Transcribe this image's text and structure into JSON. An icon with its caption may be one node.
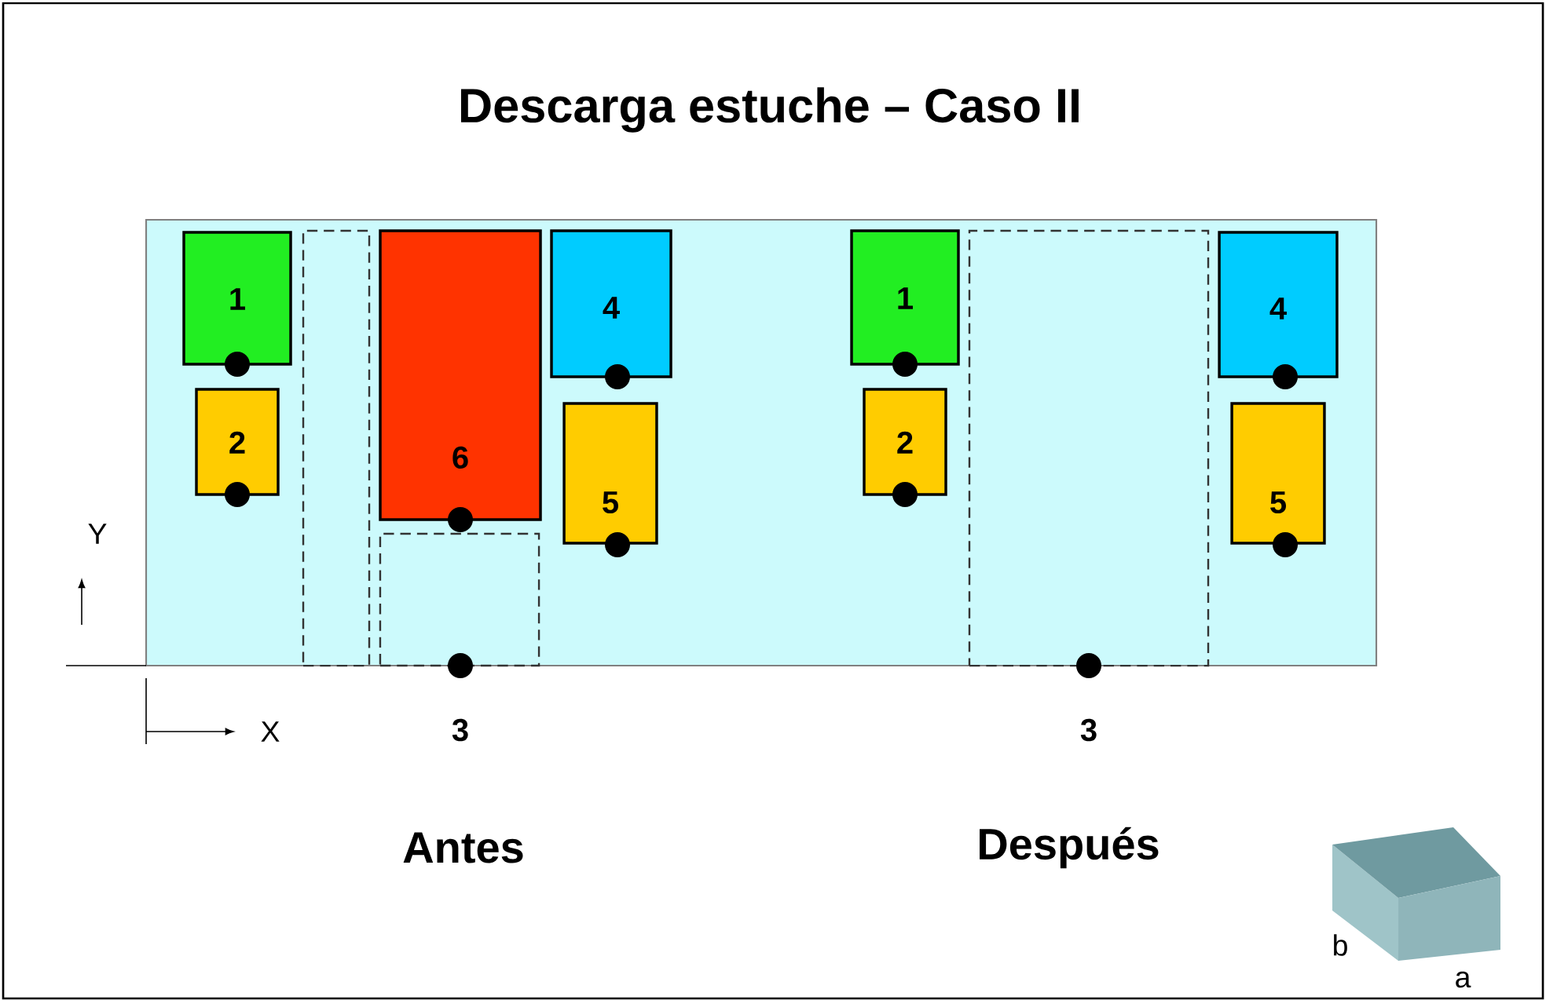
{
  "diagram": {
    "title": "Descarga estuche – Caso II",
    "nodes": [
      {
        "text": [
          "1"
        ]
      },
      {
        "text": [
          "2"
        ]
      },
      {
        "text": [],
        "shape": "box"
      },
      {
        "text": [
          "6"
        ]
      },
      {
        "text": [],
        "shape": "box"
      },
      {
        "text": [
          "4"
        ]
      },
      {
        "text": [
          "5"
        ]
      },
      {
        "text": [
          "1"
        ]
      },
      {
        "text": [
          "2"
        ]
      },
      {
        "text": [],
        "shape": "box"
      },
      {
        "text": [
          "4"
        ]
      },
      {
        "text": [
          "5"
        ]
      }
    ],
    "labels": [
      "Y",
      "X",
      "3",
      "3",
      "Antes",
      "Después",
      "b",
      "a"
    ]
  }
}
